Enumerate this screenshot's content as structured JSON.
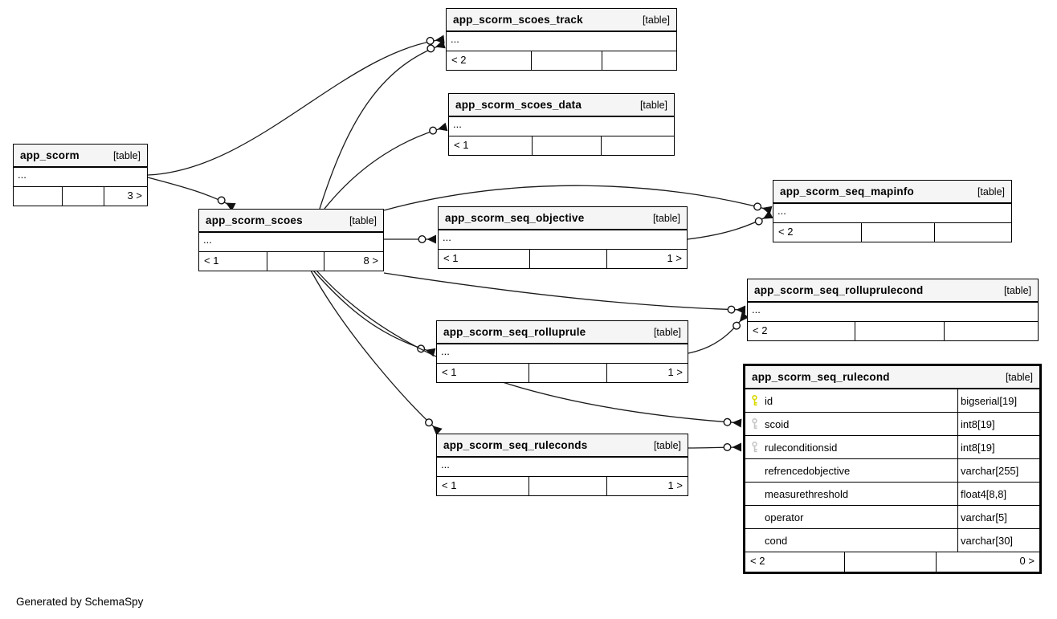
{
  "labels": {
    "table_tag": "[table]",
    "ellipsis": "...",
    "footer_note": "Generated by SchemaSpy"
  },
  "colors": {
    "primary_key_icon": "#d9d900",
    "foreign_key_icon": "#c6c6c6",
    "header_background": "#f5f5f5",
    "border": "#000000"
  },
  "tables": {
    "app_scorm": {
      "name": "app_scorm",
      "footer": [
        "",
        "",
        "3 >"
      ]
    },
    "app_scorm_scoes_track": {
      "name": "app_scorm_scoes_track",
      "footer": [
        "< 2",
        "",
        ""
      ]
    },
    "app_scorm_scoes_data": {
      "name": "app_scorm_scoes_data",
      "footer": [
        "< 1",
        "",
        ""
      ]
    },
    "app_scorm_scoes": {
      "name": "app_scorm_scoes",
      "footer": [
        "< 1",
        "",
        "8 >"
      ]
    },
    "app_scorm_seq_objective": {
      "name": "app_scorm_seq_objective",
      "footer": [
        "< 1",
        "",
        "1 >"
      ]
    },
    "app_scorm_seq_mapinfo": {
      "name": "app_scorm_seq_mapinfo",
      "footer": [
        "< 2",
        "",
        ""
      ]
    },
    "app_scorm_seq_rolluprulecond": {
      "name": "app_scorm_seq_rolluprulecond",
      "footer": [
        "< 2",
        "",
        ""
      ]
    },
    "app_scorm_seq_rolluprule": {
      "name": "app_scorm_seq_rolluprule",
      "footer": [
        "< 1",
        "",
        "1 >"
      ]
    },
    "app_scorm_seq_ruleconds": {
      "name": "app_scorm_seq_ruleconds",
      "footer": [
        "< 1",
        "",
        "1 >"
      ]
    },
    "app_scorm_seq_rulecond": {
      "name": "app_scorm_seq_rulecond",
      "footer": [
        "< 2",
        "",
        "0 >"
      ],
      "columns": [
        {
          "key": "primary",
          "name": "id",
          "type": "bigserial[19]"
        },
        {
          "key": "foreign",
          "name": "scoid",
          "type": "int8[19]"
        },
        {
          "key": "foreign",
          "name": "ruleconditionsid",
          "type": "int8[19]"
        },
        {
          "key": "none",
          "name": "refrencedobjective",
          "type": "varchar[255]"
        },
        {
          "key": "none",
          "name": "measurethreshold",
          "type": "float4[8,8]"
        },
        {
          "key": "none",
          "name": "operator",
          "type": "varchar[5]"
        },
        {
          "key": "none",
          "name": "cond",
          "type": "varchar[30]"
        }
      ]
    }
  }
}
